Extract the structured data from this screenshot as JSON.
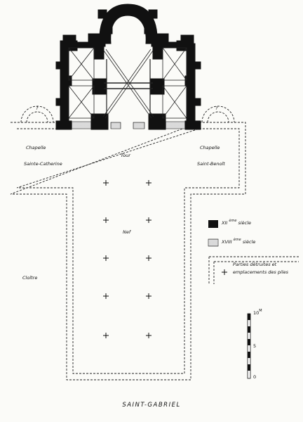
{
  "labels": {
    "chapelle_left": "Chapelle",
    "chapelle_left_name": "Sainte-Catherine",
    "tour": "Tour",
    "chapelle_right": "Chapelle",
    "chapelle_right_name": "Saint-Benoît",
    "nef": "Nef",
    "cloitre": "Cloître",
    "apse_q_left": "?",
    "apse_q_right": "?"
  },
  "legend": {
    "xii": {
      "prefix": "XII",
      "sup": "ème",
      "suffix": "siècle"
    },
    "xviii": {
      "prefix": "XVIII",
      "sup": "ème",
      "suffix": "siècle"
    },
    "destroyed_line1": "Parties détruites et",
    "destroyed_line2": "emplacements des piles"
  },
  "scale": {
    "unit": "M",
    "top": "10",
    "mid": "5",
    "bottom": "0"
  },
  "title": "SAINT-GABRIEL",
  "colors": {
    "ink": "#111111",
    "paper": "#fbfbf8"
  }
}
